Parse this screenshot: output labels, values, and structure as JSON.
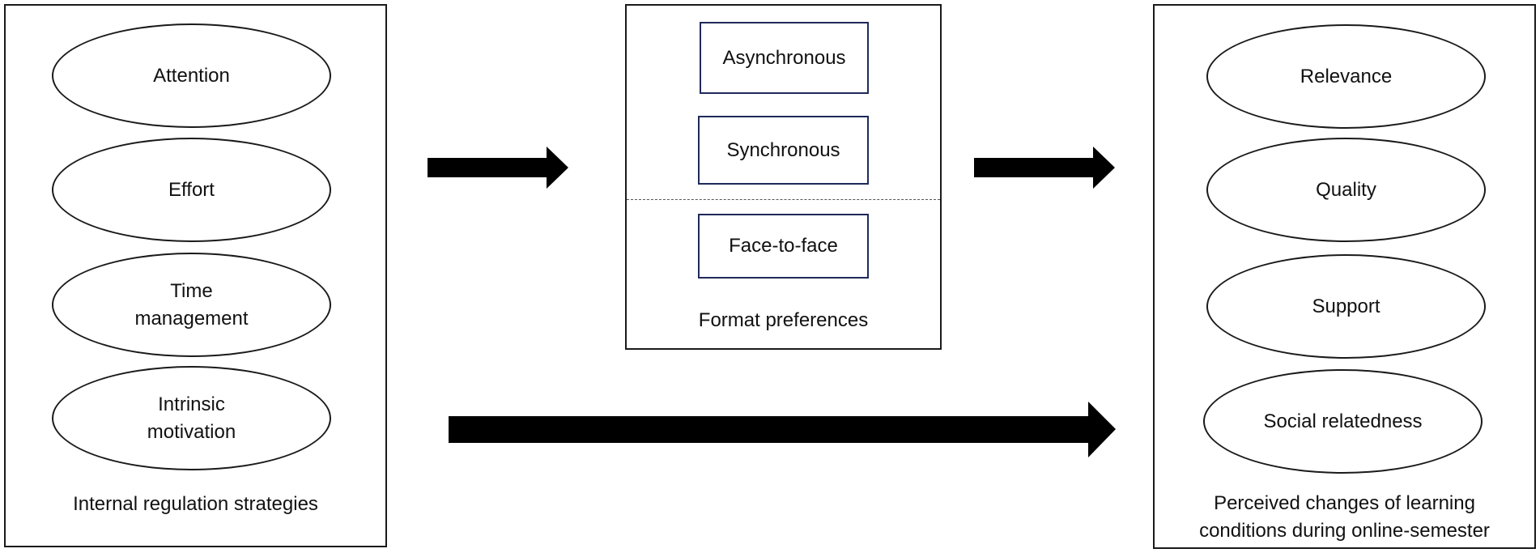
{
  "left_panel": {
    "items": [
      "Attention",
      "Effort",
      "Time\nmanagement",
      "Intrinsic\nmotivation"
    ],
    "caption": "Internal regulation strategies"
  },
  "middle_panel": {
    "items": [
      "Asynchronous",
      "Synchronous",
      "Face-to-face"
    ],
    "caption": "Format preferences"
  },
  "right_panel": {
    "items": [
      "Relevance",
      "Quality",
      "Support",
      "Social relatedness"
    ],
    "caption": "Perceived changes of learning\nconditions during online-semester"
  },
  "colors": {
    "line": "#1a1a1a",
    "box_border": "#1f2a5a",
    "arrow": "#000000"
  }
}
